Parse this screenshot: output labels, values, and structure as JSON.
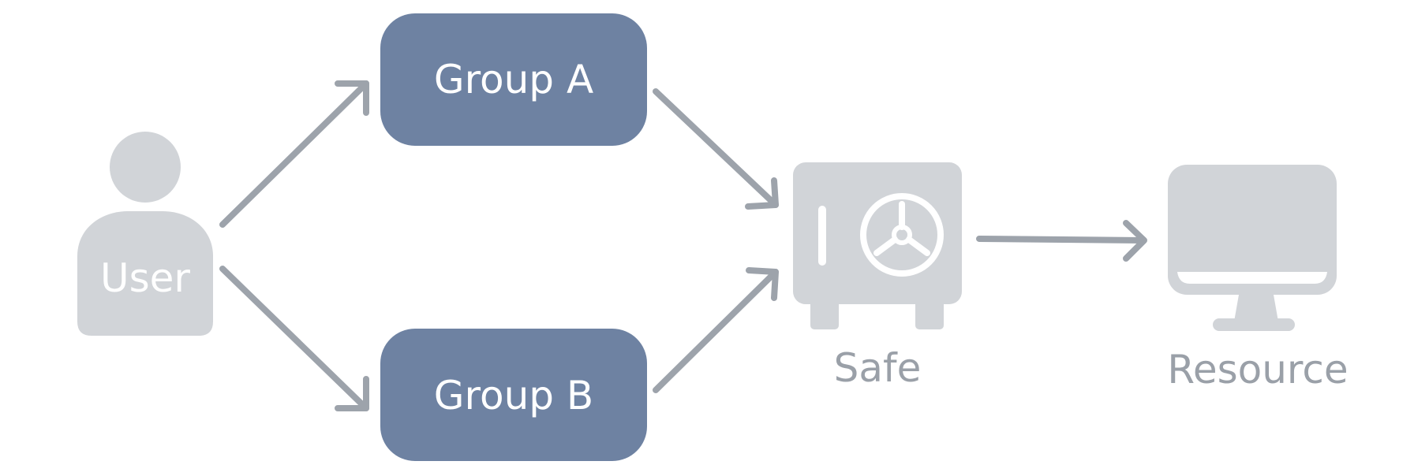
{
  "nodes": {
    "user": {
      "label": "User"
    },
    "group_a": {
      "label": "Group A"
    },
    "group_b": {
      "label": "Group B"
    },
    "safe": {
      "label": "Safe",
      "icon": "safe-icon"
    },
    "resource": {
      "label": "Resource",
      "icon": "monitor-icon"
    }
  },
  "colors": {
    "group_fill": "#6e82a2",
    "icon_fill": "#d1d4d8",
    "arrow": "#9da3ab",
    "caption": "#9aa0a8",
    "on_fill_text": "#ffffff"
  }
}
